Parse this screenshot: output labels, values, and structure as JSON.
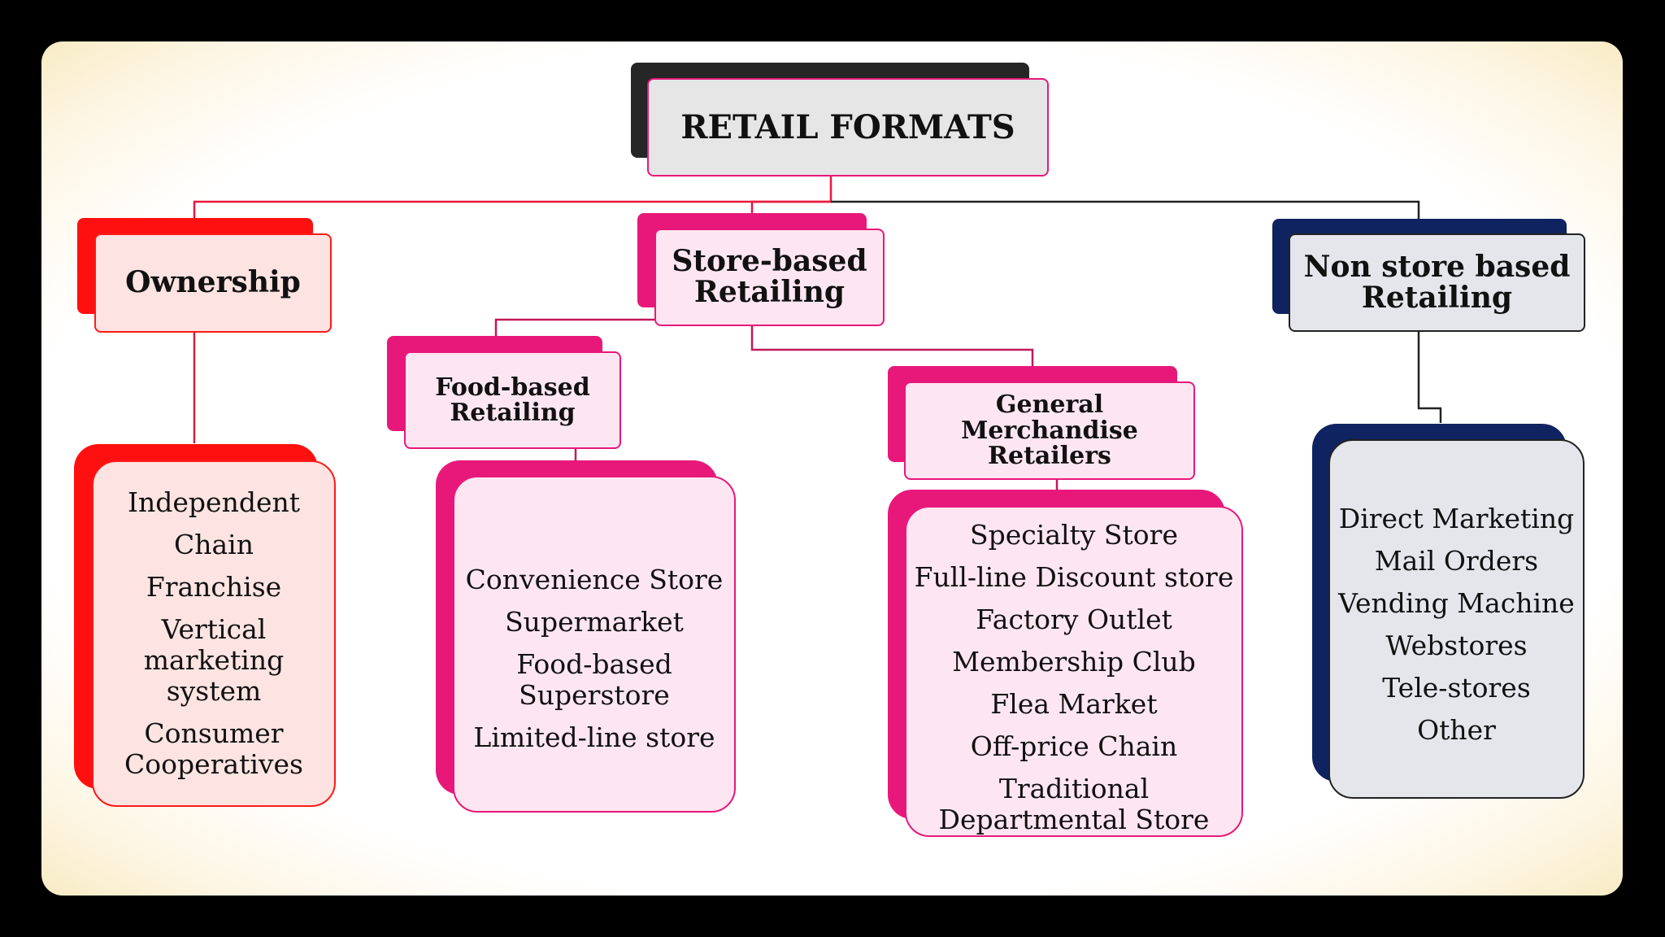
{
  "root": {
    "title": "RETAIL FORMATS"
  },
  "ownership": {
    "title": "Ownership",
    "items": [
      "Independent",
      "Chain",
      "Franchise",
      "Vertical\nmarketing system",
      "Consumer\nCooperatives"
    ]
  },
  "store_based": {
    "title": "Store-based\nRetailing"
  },
  "non_store": {
    "title": "Non store based\nRetailing",
    "items": [
      "Direct Marketing",
      "Mail Orders",
      "Vending Machine",
      "Webstores",
      "Tele-stores",
      "Other"
    ]
  },
  "food_based": {
    "title": "Food-based\nRetailing",
    "items": [
      "Convenience Store",
      "Supermarket",
      "Food-based\nSuperstore",
      "Limited-line store"
    ]
  },
  "general_merch": {
    "title": "General Merchandise\nRetailers",
    "items": [
      "Specialty Store",
      "Full-line Discount store",
      "Factory Outlet",
      "Membership Club",
      "Flea Market",
      "Off-price Chain",
      "Traditional\nDepartmental Store"
    ]
  },
  "colors": {
    "red": "#ff1010",
    "pink": "#e8187a",
    "navy": "#0f2360",
    "root_back": "#262626",
    "root_fill": "#e6e6e6",
    "red_fill": "#fde4e2",
    "pink_fill": "#fde6f1",
    "navy_fill": "#e4e6ec"
  }
}
